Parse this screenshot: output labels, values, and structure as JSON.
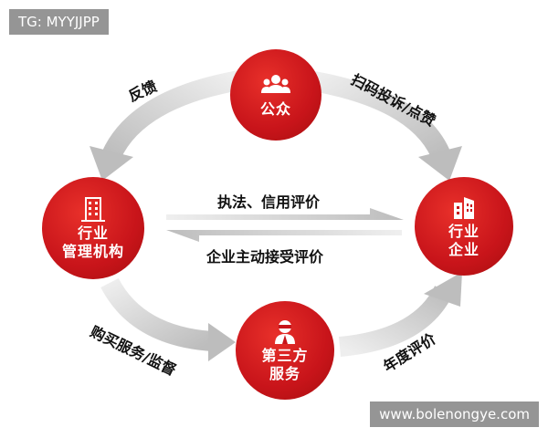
{
  "watermarks": {
    "top_left": "TG: MYYJJPP",
    "bottom_right": "www.bolenongye.com"
  },
  "colors": {
    "node_red": "#d81e1e",
    "node_dark": "#a50f0f",
    "arrow_gray": "#c8c8c8",
    "label_dark": "#111111"
  },
  "nodes": {
    "public": {
      "label": "公众",
      "icon": "people-group-icon"
    },
    "industry_mgmt": {
      "line1": "行业",
      "line2": "管理机构",
      "icon": "building-icon"
    },
    "industry_enterprise": {
      "line1": "行业",
      "line2": "企业",
      "icon": "office-tower-icon"
    },
    "third_party": {
      "line1": "第三方",
      "line2": "服务",
      "icon": "service-agent-icon"
    }
  },
  "edges": {
    "public_to_mgmt": "反馈",
    "public_to_enterprise": "扫码投诉/点赞",
    "mgmt_to_enterprise": "执法、信用评价",
    "enterprise_to_mgmt": "企业主动接受评价",
    "mgmt_to_third": "购买服务/监督",
    "third_to_enterprise": "年度评价"
  }
}
